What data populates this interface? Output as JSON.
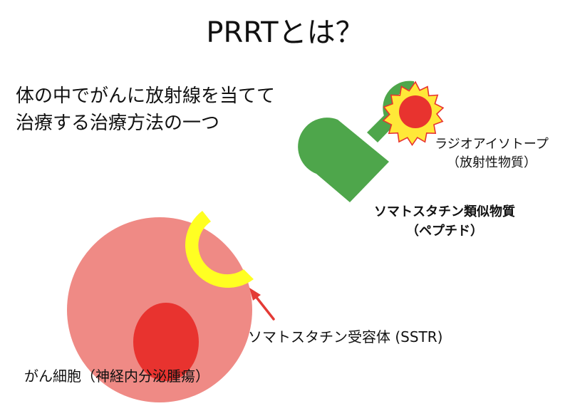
{
  "slide": {
    "title": "PRRTとは？",
    "intro_lines": [
      "体の中でがんに放射線を当てて",
      "治療する治療方法の一つ"
    ]
  },
  "labels": {
    "radioisotope": {
      "line1": "ラジオアイソトープ",
      "line2": "（放射性物質）"
    },
    "peptide": {
      "line1": "ソマトスタチン類似物質",
      "line2": "（ペプチド）"
    },
    "receptor": "ソマトスタチン受容体 (SSTR)",
    "cancer_cell": "がん細胞（神経内分泌腫瘍）"
  },
  "colors": {
    "cell": "#ef8a85",
    "nucleus": "#e8332f",
    "receptor": "#ffff22",
    "peptide": "#4ea64b",
    "isotope_core": "#e8332f",
    "isotope_rays": "#ffe838",
    "arrow": "#e43a35"
  }
}
